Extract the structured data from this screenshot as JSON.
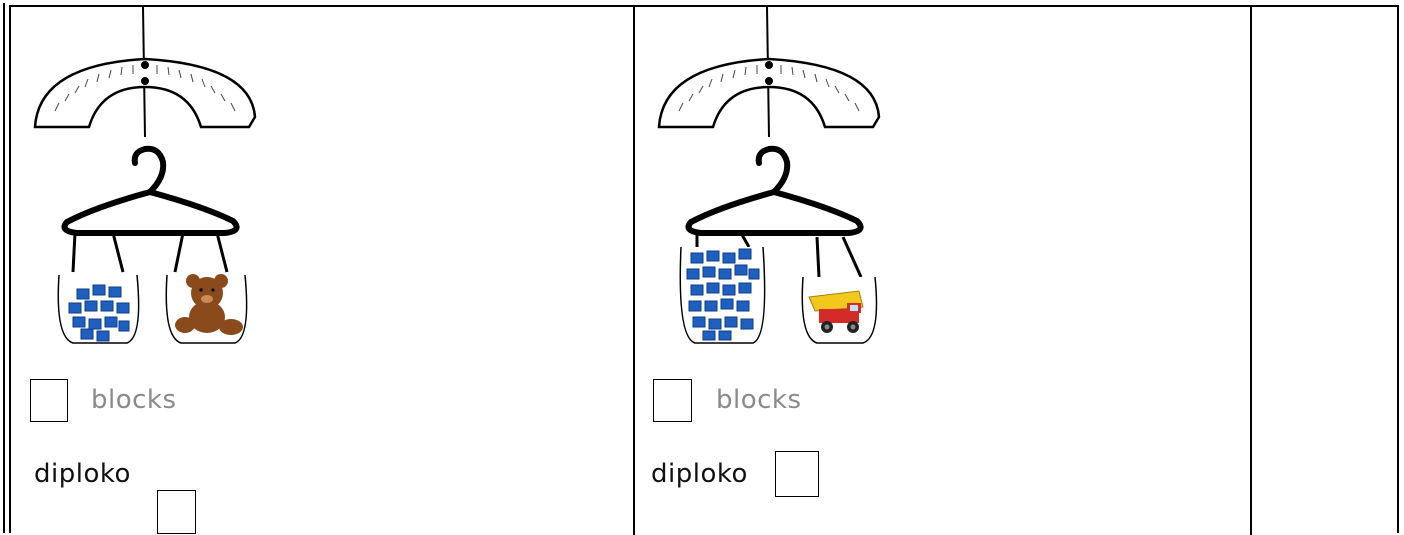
{
  "colors": {
    "block": "#1f5fc0",
    "block_dark": "#0d3d88",
    "bear": "#8b4a1c",
    "truck_yellow": "#f2c81d",
    "truck_red": "#d42a2a"
  },
  "panels": [
    {
      "object": "teddy-bear",
      "blocks_label": "blocks",
      "word_label": "diploko"
    },
    {
      "object": "toy-dump-truck",
      "blocks_label": "blocks",
      "word_label": "diploko"
    }
  ]
}
